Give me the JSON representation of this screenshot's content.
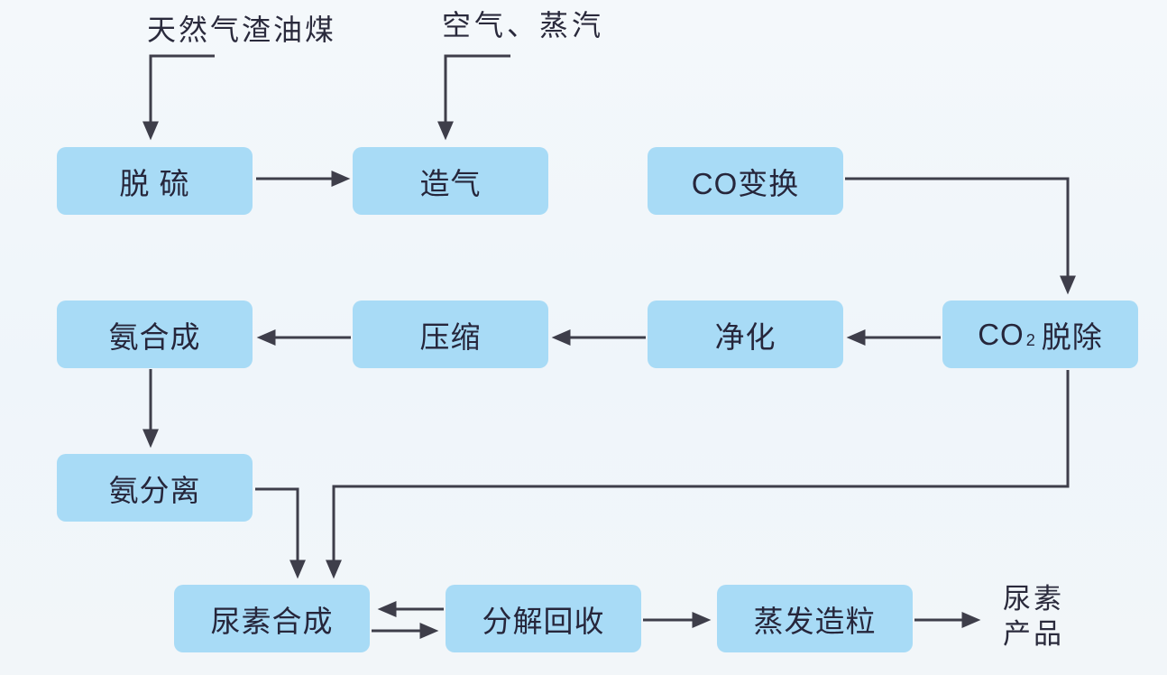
{
  "diagram": {
    "description": "urea production process flowchart",
    "inputs": [
      {
        "id": "feedstock",
        "label": "天然气渣油煤"
      },
      {
        "id": "air-steam",
        "label": "空气、蒸汽"
      }
    ],
    "nodes": [
      {
        "id": "desulfurization",
        "label": "脱 硫"
      },
      {
        "id": "gasification",
        "label": "造气"
      },
      {
        "id": "co-shift",
        "label": "CO变换"
      },
      {
        "id": "ammonia-synthesis",
        "label": "氨合成"
      },
      {
        "id": "compression",
        "label": "压缩"
      },
      {
        "id": "purification",
        "label": "净化"
      },
      {
        "id": "co2-removal",
        "label_prefix": "CO",
        "label_sub": "2",
        "label_suffix": "脱除"
      },
      {
        "id": "ammonia-separation",
        "label": "氨分离"
      },
      {
        "id": "urea-synthesis",
        "label": "尿素合成"
      },
      {
        "id": "decomposition-recovery",
        "label": "分解回收"
      },
      {
        "id": "evaporation-granulation",
        "label": "蒸发造粒"
      }
    ],
    "output": {
      "id": "urea-product",
      "line1": "尿素",
      "line2": "产品"
    },
    "edges": [
      {
        "from": "feedstock",
        "to": "desulfurization"
      },
      {
        "from": "air-steam",
        "to": "gasification"
      },
      {
        "from": "desulfurization",
        "to": "gasification"
      },
      {
        "from": "gasification",
        "to": "co-shift"
      },
      {
        "from": "co-shift",
        "to": "co2-removal"
      },
      {
        "from": "co2-removal",
        "to": "purification"
      },
      {
        "from": "purification",
        "to": "compression"
      },
      {
        "from": "compression",
        "to": "ammonia-synthesis"
      },
      {
        "from": "ammonia-synthesis",
        "to": "ammonia-separation"
      },
      {
        "from": "ammonia-separation",
        "to": "urea-synthesis"
      },
      {
        "from": "co2-removal",
        "to": "urea-synthesis"
      },
      {
        "from": "decomposition-recovery",
        "to": "urea-synthesis"
      },
      {
        "from": "urea-synthesis",
        "to": "decomposition-recovery"
      },
      {
        "from": "decomposition-recovery",
        "to": "evaporation-granulation"
      },
      {
        "from": "evaporation-granulation",
        "to": "urea-product"
      }
    ],
    "colors": {
      "box_fill": "#a8dbf6",
      "connector": "#3e3e4a",
      "text": "#26263b",
      "background": "#f1f6fa"
    }
  }
}
